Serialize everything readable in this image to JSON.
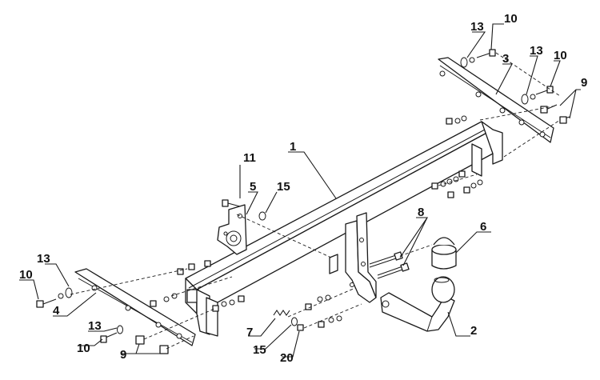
{
  "callouts": {
    "c1": "1",
    "c2": "2",
    "c3": "3",
    "c4": "4",
    "c5": "5",
    "c6": "6",
    "c7": "7",
    "c8": "8",
    "c9_right": "9",
    "c9_left": "9",
    "c10_top": "10",
    "c10_right": "10",
    "c10_left_top": "10",
    "c10_left_bottom": "10",
    "c11": "11",
    "c13_top": "13",
    "c13_right": "13",
    "c13_left_top": "13",
    "c13_left_bottom": "13",
    "c15_plate": "15",
    "c15_bottom": "15",
    "c20": "20"
  }
}
